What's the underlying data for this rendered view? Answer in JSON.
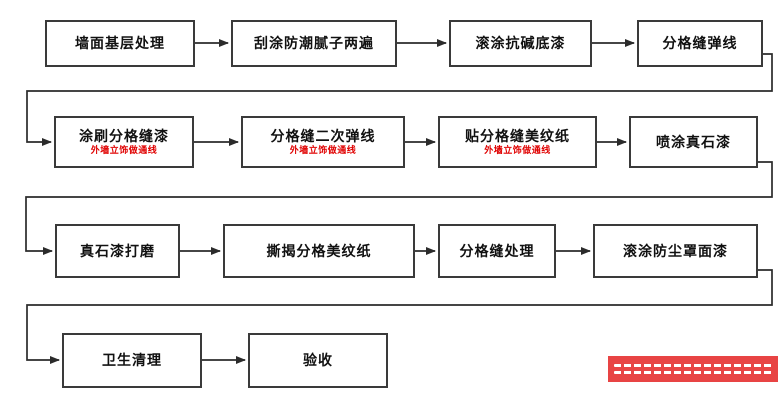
{
  "flow": {
    "rows": [
      {
        "boxes": [
          {
            "label": "墙面基层处理"
          },
          {
            "label": "刮涂防潮腻子两遍"
          },
          {
            "label": "滚涂抗碱底漆"
          },
          {
            "label": "分格缝弹线"
          }
        ]
      },
      {
        "boxes": [
          {
            "label": "涂刷分格缝漆",
            "note": "外墙立饰做通线"
          },
          {
            "label": "分格缝二次弹线",
            "note": "外墙立饰做通线"
          },
          {
            "label": "贴分格缝美纹纸",
            "note": "外墙立饰做通线"
          },
          {
            "label": "喷涂真石漆"
          }
        ]
      },
      {
        "boxes": [
          {
            "label": "真石漆打磨"
          },
          {
            "label": "撕揭分格美纹纸"
          },
          {
            "label": "分格缝处理"
          },
          {
            "label": "滚涂防尘罩面漆"
          }
        ]
      },
      {
        "boxes": [
          {
            "label": "卫生清理"
          },
          {
            "label": "验收"
          }
        ]
      }
    ]
  },
  "colors": {
    "line": "#2b2b2b",
    "box_border": "#3a3a3a",
    "text": "#111111",
    "note_red": "#e00000",
    "watermark_red": "#e84444"
  },
  "watermark": {
    "text_lines": 2
  }
}
